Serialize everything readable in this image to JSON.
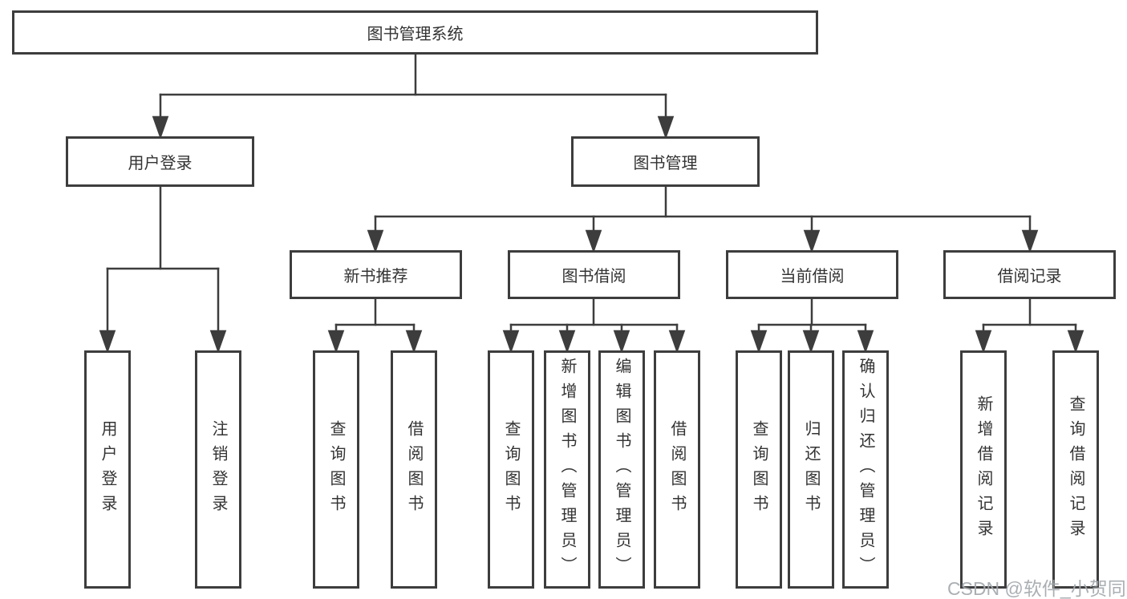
{
  "diagram": {
    "root": {
      "label": "图书管理系统"
    },
    "level2": [
      {
        "id": "user-login",
        "label": "用户登录"
      },
      {
        "id": "book-management",
        "label": "图书管理"
      }
    ],
    "level3": [
      {
        "id": "new-book-recommend",
        "label": "新书推荐"
      },
      {
        "id": "book-borrow",
        "label": "图书借阅"
      },
      {
        "id": "current-borrow",
        "label": "当前借阅"
      },
      {
        "id": "borrow-records",
        "label": "借阅记录"
      }
    ],
    "leaves": {
      "user_login": [
        "用户登录",
        "注销登录"
      ],
      "new_book_recommend": [
        "查询图书",
        "借阅图书"
      ],
      "book_borrow": [
        "查询图书",
        "新增图书（管理员）",
        "编辑图书（管理员）",
        "借阅图书"
      ],
      "current_borrow": [
        "查询图书",
        "归还图书",
        "确认归还（管理员）"
      ],
      "borrow_records": [
        "新增借阅记录",
        "查询借阅记录"
      ]
    }
  },
  "watermark": {
    "text": "CSDN @软件_小贺同学"
  },
  "colors": {
    "line": "#3d3d3d",
    "box_border": "#3d3d3d",
    "text": "#333333",
    "watermark": "#a3a8ad",
    "background": "#ffffff"
  }
}
